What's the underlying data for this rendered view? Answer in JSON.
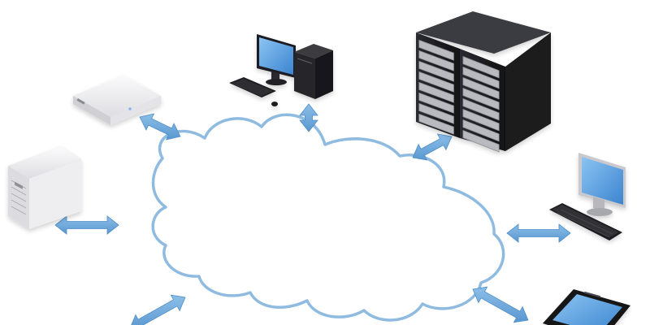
{
  "diagram": {
    "theme": {
      "cloud_fill": "#ffffff",
      "cloud_stroke": "#8fbbe0",
      "arrow_fill": "#6fa8dc",
      "arrow_stroke": "#4f8fc8",
      "screen_blue": "#5fa4e6",
      "dark_case": "#1b1b1f",
      "light_case": "#e8e8eb"
    },
    "nodes": [
      {
        "id": "server-left",
        "icon": "tower-server-icon",
        "kind": "light tower server"
      },
      {
        "id": "rack-unit",
        "icon": "rack-unit-server-icon",
        "kind": "1U rack server"
      },
      {
        "id": "desktop-top",
        "icon": "desktop-computer-icon",
        "kind": "desktop computer with tower"
      },
      {
        "id": "server-rack",
        "icon": "server-rack-icon",
        "kind": "dual server rack cabinet"
      },
      {
        "id": "monitor-right",
        "icon": "monitor-keyboard-icon",
        "kind": "monitor with keyboard"
      },
      {
        "id": "smartphone",
        "icon": "smartphone-icon",
        "kind": "smartphone"
      }
    ],
    "connections": [
      {
        "from": "server-left",
        "to": "cloud",
        "direction": "bidirectional"
      },
      {
        "from": "rack-unit",
        "to": "cloud",
        "direction": "bidirectional"
      },
      {
        "from": "desktop-top",
        "to": "cloud",
        "direction": "bidirectional"
      },
      {
        "from": "server-rack",
        "to": "cloud",
        "direction": "bidirectional"
      },
      {
        "from": "monitor-right",
        "to": "cloud",
        "direction": "bidirectional"
      },
      {
        "from": "smartphone",
        "to": "cloud",
        "direction": "bidirectional"
      },
      {
        "from": "offscreen-bottom-left",
        "to": "cloud",
        "direction": "bidirectional"
      }
    ]
  }
}
